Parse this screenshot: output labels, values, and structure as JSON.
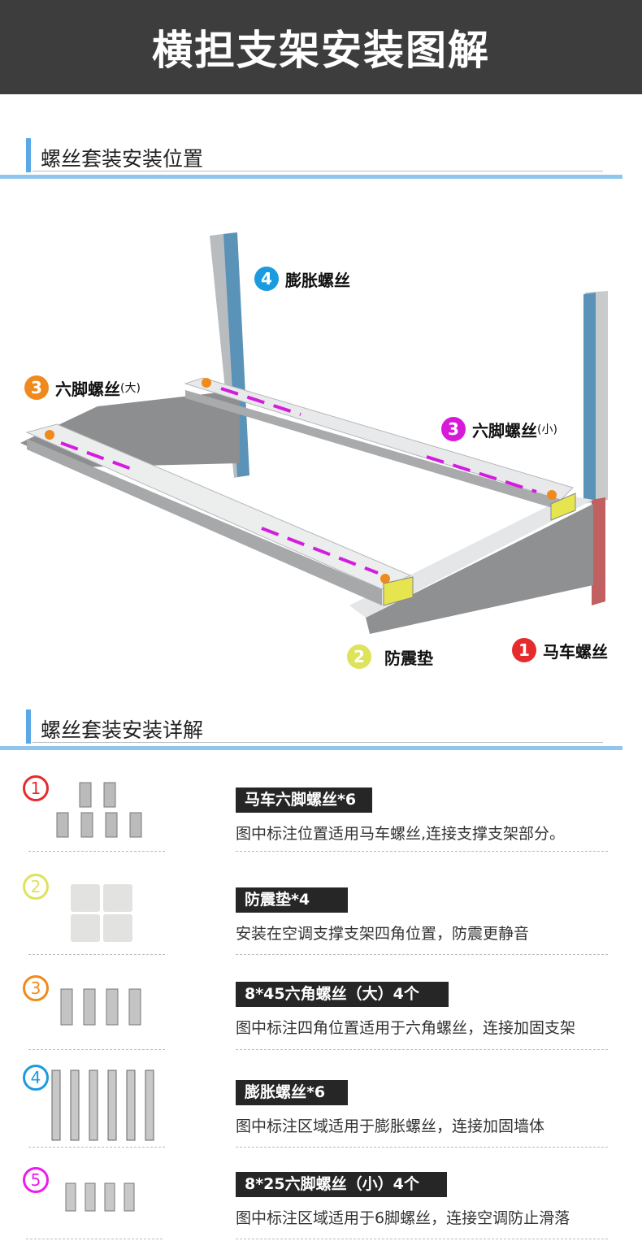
{
  "header": {
    "title": "横担支架安装图解"
  },
  "section1": {
    "title": "螺丝套装安装位置"
  },
  "diagram_labels": [
    {
      "num": "4",
      "text": "膨胀螺丝",
      "suffix": "",
      "color": "#1a9be0"
    },
    {
      "num": "3",
      "text": "六脚螺丝",
      "suffix": "(大)",
      "color": "#f08a1c"
    },
    {
      "num": "3",
      "text": "六脚螺丝",
      "suffix": "(小)",
      "color": "#d81ad8"
    },
    {
      "num": "2",
      "text": "防震垫",
      "suffix": "",
      "color": "#dde35a"
    },
    {
      "num": "1",
      "text": "马车螺丝",
      "suffix": "",
      "color": "#e52b2b"
    }
  ],
  "section2": {
    "title": "螺丝套装安装详解"
  },
  "items": [
    {
      "num": "1",
      "color": "#e52b2b",
      "tag": "马车六脚螺丝*6",
      "desc": "图中标注位置适用马车螺丝,连接支撑支架部分。"
    },
    {
      "num": "2",
      "color": "#dde35a",
      "tag": "防震垫*4",
      "desc": "安装在空调支撑支架四角位置，防震更静音"
    },
    {
      "num": "3",
      "color": "#f08a1c",
      "tag": "8*45六角螺丝（大）4个",
      "desc": "图中标注四角位置适用于六角螺丝，连接加固支架"
    },
    {
      "num": "4",
      "color": "#1a9be0",
      "tag": "膨胀螺丝*6",
      "desc": "图中标注区域适用于膨胀螺丝，连接加固墙体"
    },
    {
      "num": "5",
      "color": "#ee1aee",
      "tag": "8*25六脚螺丝（小）4个",
      "desc": "图中标注区域适用于6脚螺丝，连接空调防止滑落"
    }
  ]
}
